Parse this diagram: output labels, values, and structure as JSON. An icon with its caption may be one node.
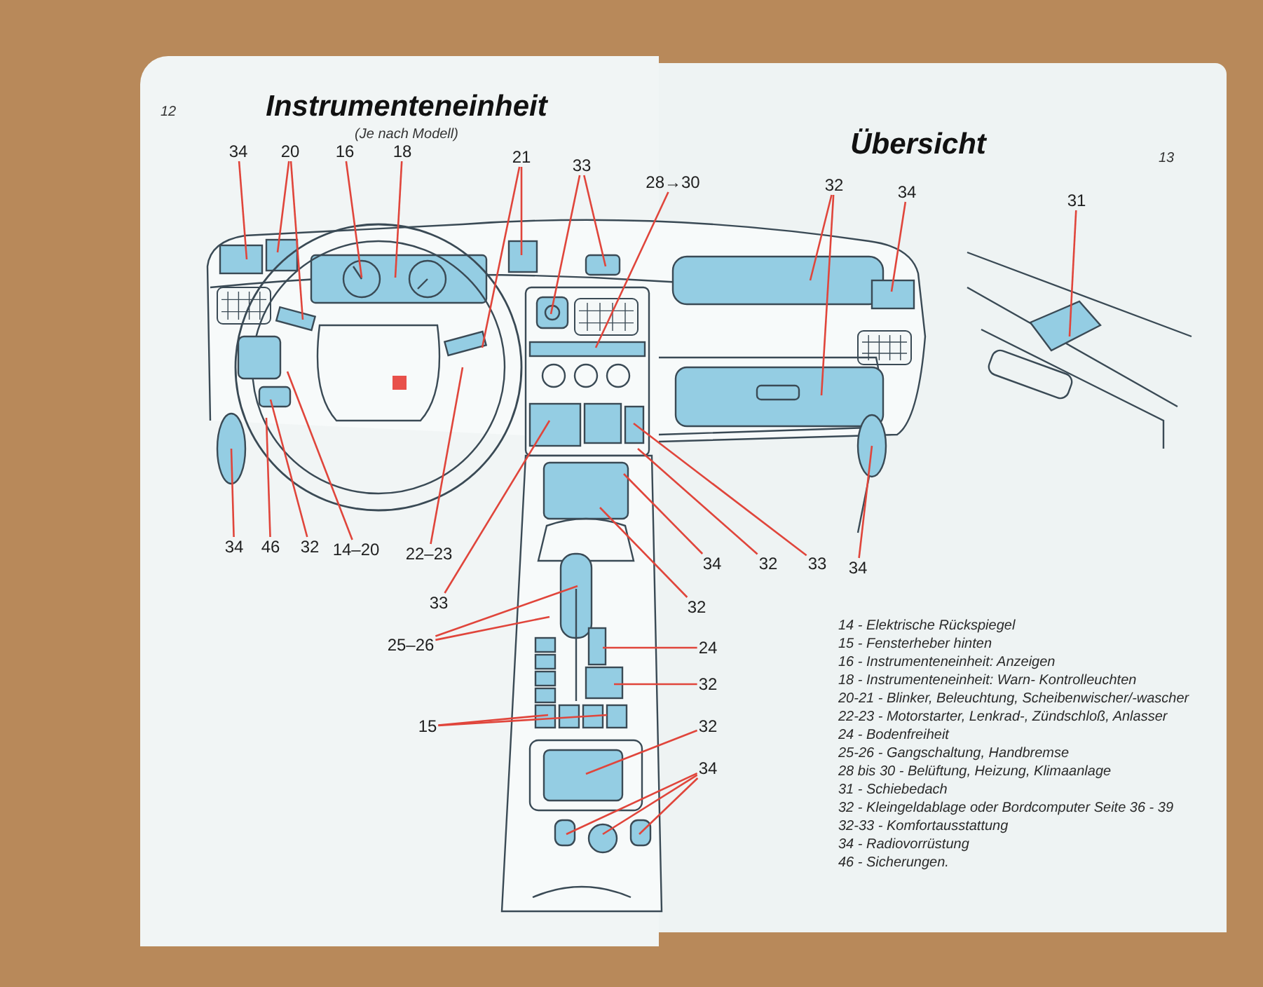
{
  "diagram": {
    "nodes": [
      {
        "text": [
          "34"
        ]
      },
      {
        "text": [
          "20"
        ]
      },
      {
        "text": [
          "16"
        ]
      },
      {
        "text": [
          "18"
        ]
      },
      {
        "text": [
          "21"
        ]
      },
      {
        "text": [
          "33"
        ]
      },
      {
        "text": [
          "28→30"
        ]
      },
      {
        "text": [
          "32"
        ]
      },
      {
        "text": [
          "34"
        ]
      },
      {
        "text": [
          "31"
        ]
      },
      {
        "text": [
          "34"
        ]
      },
      {
        "text": [
          "46"
        ]
      },
      {
        "text": [
          "32"
        ]
      },
      {
        "text": [
          "14–20"
        ]
      },
      {
        "text": [
          "22–23"
        ]
      },
      {
        "text": [
          "33"
        ]
      },
      {
        "text": [
          "34"
        ]
      },
      {
        "text": [
          "32"
        ]
      },
      {
        "text": [
          "33"
        ]
      },
      {
        "text": [
          "34"
        ]
      },
      {
        "text": [
          "32"
        ]
      },
      {
        "text": [
          "25–26"
        ]
      },
      {
        "text": [
          "24"
        ]
      },
      {
        "text": [
          "32"
        ]
      },
      {
        "text": [
          "15"
        ]
      },
      {
        "text": [
          "32"
        ]
      },
      {
        "text": [
          "34"
        ]
      }
    ],
    "edges": [
      {
        "from": 0,
        "to": null,
        "arrow": "none"
      },
      {
        "from": 1,
        "to": null,
        "arrow": "none"
      },
      {
        "from": 1,
        "to": null,
        "arrow": "none"
      },
      {
        "from": 2,
        "to": null,
        "arrow": "none"
      },
      {
        "from": 3,
        "to": null,
        "arrow": "none"
      },
      {
        "from": 4,
        "to": null,
        "arrow": "none"
      },
      {
        "from": 4,
        "to": null,
        "arrow": "none"
      },
      {
        "from": 5,
        "to": null,
        "arrow": "none"
      },
      {
        "from": 5,
        "to": null,
        "arrow": "none"
      },
      {
        "from": 6,
        "to": null,
        "arrow": "none"
      },
      {
        "from": 7,
        "to": null,
        "arrow": "none"
      },
      {
        "from": 7,
        "to": null,
        "arrow": "none"
      },
      {
        "from": 8,
        "to": null,
        "arrow": "none"
      },
      {
        "from": 9,
        "to": null,
        "arrow": "none"
      },
      {
        "from": 10,
        "to": null,
        "arrow": "none"
      },
      {
        "from": 11,
        "to": null,
        "arrow": "none"
      },
      {
        "from": 12,
        "to": null,
        "arrow": "none"
      },
      {
        "from": 13,
        "to": null,
        "arrow": "none"
      },
      {
        "from": 14,
        "to": null,
        "arrow": "none"
      },
      {
        "from": 15,
        "to": null,
        "arrow": "none"
      },
      {
        "from": 16,
        "to": null,
        "arrow": "none"
      },
      {
        "from": 17,
        "to": null,
        "arrow": "none"
      },
      {
        "from": 18,
        "to": null,
        "arrow": "none"
      },
      {
        "from": 19,
        "to": null,
        "arrow": "none"
      },
      {
        "from": 20,
        "to": null,
        "arrow": "none"
      },
      {
        "from": 21,
        "to": null,
        "arrow": "none"
      },
      {
        "from": 21,
        "to": null,
        "arrow": "none"
      },
      {
        "from": 22,
        "to": null,
        "arrow": "none"
      },
      {
        "from": 23,
        "to": null,
        "arrow": "none"
      },
      {
        "from": 24,
        "to": null,
        "arrow": "none"
      },
      {
        "from": 24,
        "to": null,
        "arrow": "none"
      },
      {
        "from": 25,
        "to": null,
        "arrow": "none"
      },
      {
        "from": 26,
        "to": null,
        "arrow": "none"
      },
      {
        "from": 26,
        "to": null,
        "arrow": "none"
      },
      {
        "from": 26,
        "to": null,
        "arrow": "none"
      }
    ],
    "labels": [
      "12",
      "Instrumenteneinheit",
      "(Je nach Modell)",
      "Übersicht",
      "13",
      "14 - Elektrische Rückspiegel",
      "15 - Fensterheber hinten",
      "16 - Instrumenteneinheit: Anzeigen",
      "18 - Instrumenteneinheit: Warn- Kontrolleuchten",
      "20-21 - Blinker, Beleuchtung, Scheibenwischer/-wascher",
      "22-23 - Motorstarter, Lenkrad-, Zündschloß, Anlasser",
      "24 - Bodenfreiheit",
      "25-26 - Gangschaltung, Handbremse",
      "28 bis 30 - Belüftung, Heizung, Klimaanlage",
      "31 - Schiebedach",
      "32 - Kleingeldablage oder Bordcomputer Seite 36 - 39",
      "32-33 - Komfortausstattung",
      "34 - Radiovorrüstung",
      "46 - Sicherungen."
    ]
  }
}
